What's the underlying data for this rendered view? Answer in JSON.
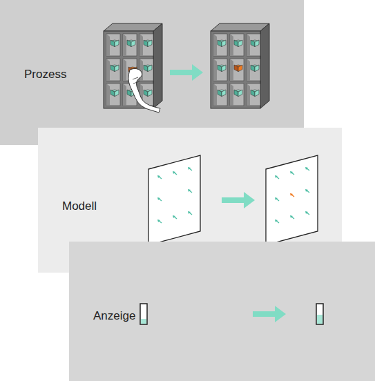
{
  "diagram": {
    "nodes": [
      {
        "text": [
          "Prozess"
        ]
      },
      {
        "text": [
          "Modell"
        ]
      },
      {
        "text": [
          "Anzeige"
        ]
      }
    ]
  }
}
